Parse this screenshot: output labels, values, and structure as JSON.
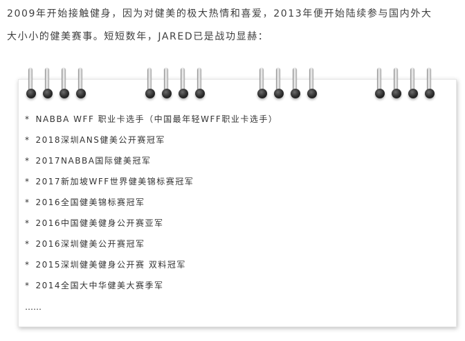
{
  "intro": {
    "line1": "2009年开始接触健身，因为对健美的极大热情和喜爱，2013年便开始陆续参与国内外大",
    "line2": "大小小的健美赛事。短短数年，JARED已是战功显赫："
  },
  "achievements": {
    "bullet": "*",
    "items": [
      "NABBA WFF 职业卡选手（中国最年轻WFF职业卡选手）",
      "2018深圳ANS健美公开赛冠军",
      "2017NABBA国际健美冠军",
      "2017新加坡WFF世界健美锦标赛冠军",
      "2016全国健美锦标赛冠军",
      "2016中国健美健身公开赛亚军",
      "2016深圳健美公开赛冠军",
      "2015深圳健美健身公开赛 双料冠军",
      "2014全国大中华健美大赛季军"
    ],
    "more": "……"
  }
}
